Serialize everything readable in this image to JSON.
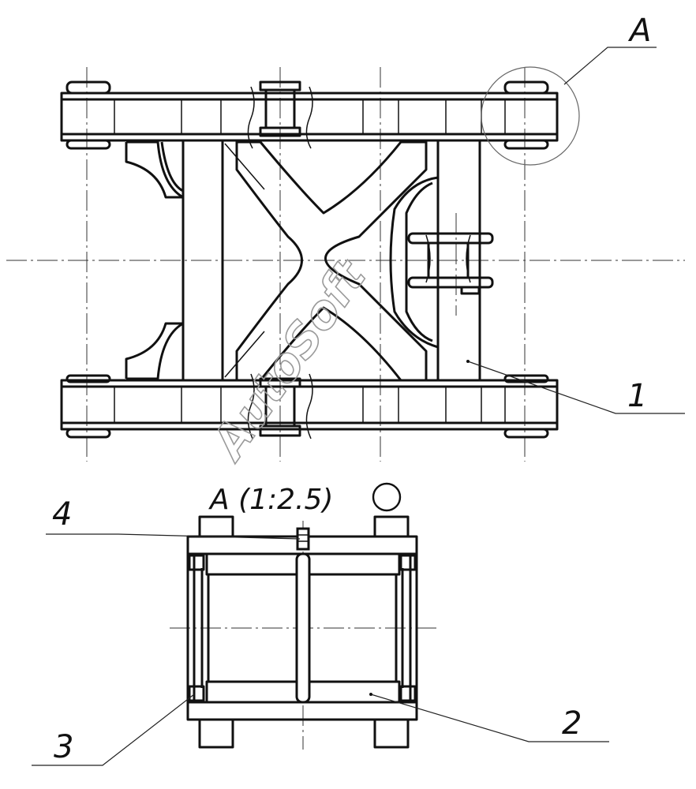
{
  "labels": {
    "view_letter": "A",
    "part_1": "1",
    "part_2": "2",
    "part_3": "3",
    "part_4": "4",
    "detail_caption": "A (1:2.5)",
    "watermark": "AutoSoft"
  },
  "colors": {
    "line": "#111111",
    "background": "#ffffff",
    "watermark": "#9a9a9a"
  }
}
